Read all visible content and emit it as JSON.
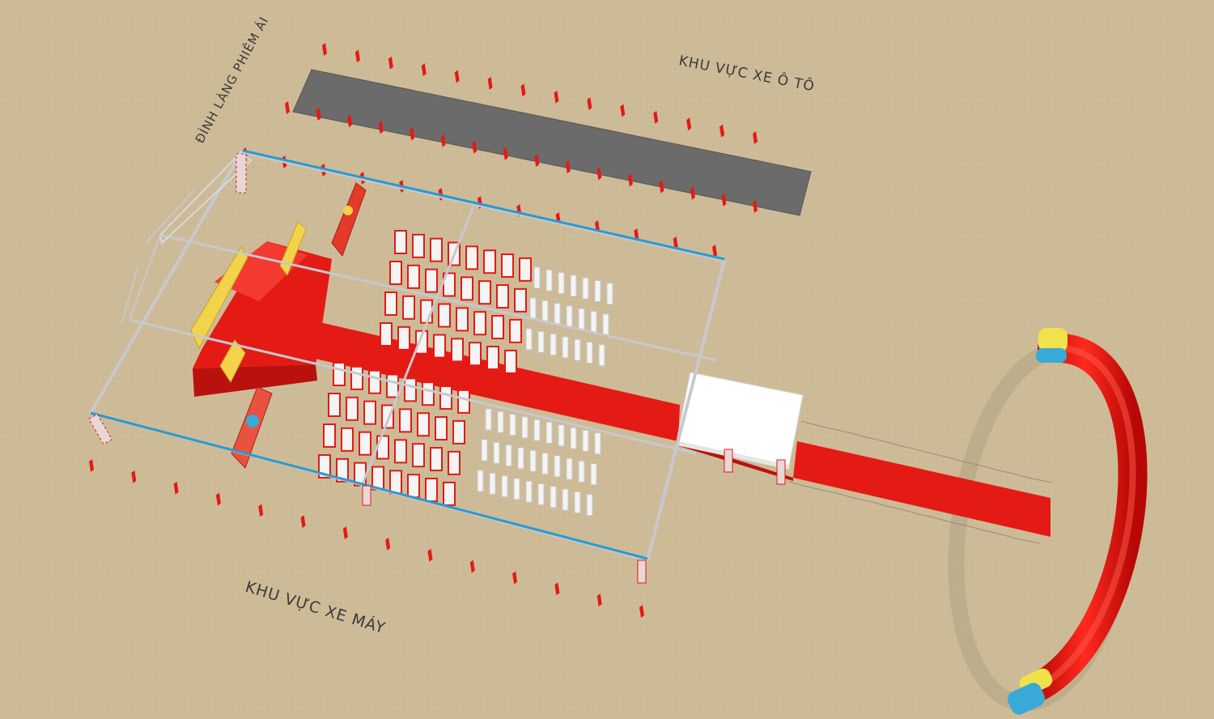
{
  "labels": {
    "temple": "ĐÌNH LÀNG PHIÊM ÁI",
    "car_area": "KHU VỰC XE Ô TÔ",
    "motorbike_area": "KHU VỰC XE MÁY"
  },
  "colors": {
    "ground": "#cdbb98",
    "carpet": "#e41a14",
    "parking": "#6b6b6b",
    "truss": "#c8c8cc",
    "cable": "#2a9ad0",
    "banner_yellow": "#f2d34a",
    "arch_red": "#e8100c",
    "arch_yellow": "#f0e24a",
    "arch_blue": "#39a9d8"
  },
  "icons": {
    "flags": "red-flag-icon",
    "stage": "stage-icon",
    "chairs": "chair-icon",
    "arch": "inflatable-arch-icon"
  }
}
